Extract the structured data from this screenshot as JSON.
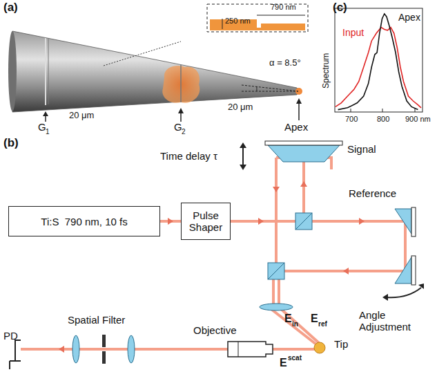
{
  "diagram": {
    "nodes": [
      {
        "text": [
          "Ti:S  790 nm, 10 fs"
        ]
      },
      {
        "text": [
          "Pulse Shaper"
        ]
      }
    ],
    "edges": [
      {
        "from": 0,
        "to": 1,
        "arrow": "to"
      }
    ],
    "labels": [
      "(a)",
      "790 nm",
      "250 nm",
      "α = 8.5°",
      "G",
      "1",
      "20 μm",
      "G",
      "2",
      "20 μm",
      "Apex",
      "(c)",
      "Input",
      "Apex",
      "Spectrum",
      "700",
      "800",
      "900 nm",
      "(b)",
      "Time delay τ",
      "Signal",
      "Reference",
      "Angle Adjustment",
      "E",
      "in",
      "E",
      "ref",
      "Tip",
      "PD",
      "Spatial Filter",
      "Objective",
      "E",
      "scat"
    ]
  }
}
